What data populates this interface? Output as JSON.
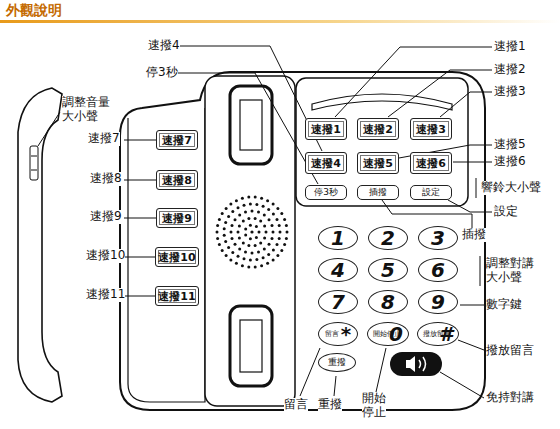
{
  "diagram": {
    "title": "外觀說明",
    "nodes": [
      {
        "text": [
          "速撥1"
        ]
      },
      {
        "text": [
          "速撥2"
        ]
      },
      {
        "text": [
          "速撥3"
        ]
      },
      {
        "text": [
          "速撥4"
        ]
      },
      {
        "text": [
          "速撥5"
        ]
      },
      {
        "text": [
          "速撥6"
        ]
      },
      {
        "text": [
          "停3秒"
        ]
      },
      {
        "text": [
          "插撥"
        ]
      },
      {
        "text": [
          "設定"
        ]
      },
      {
        "text": [
          "速撥7"
        ]
      },
      {
        "text": [
          "速撥8"
        ]
      },
      {
        "text": [
          "速撥9"
        ]
      },
      {
        "text": [
          "速撥10"
        ]
      },
      {
        "text": [
          "速撥11"
        ]
      },
      {
        "text": [
          "1"
        ]
      },
      {
        "text": [
          "2"
        ]
      },
      {
        "text": [
          "3"
        ]
      },
      {
        "text": [
          "4"
        ]
      },
      {
        "text": [
          "5"
        ]
      },
      {
        "text": [
          "6"
        ]
      },
      {
        "text": [
          "7"
        ]
      },
      {
        "text": [
          "8"
        ]
      },
      {
        "text": [
          "9"
        ]
      },
      {
        "text": [
          "留言",
          "*"
        ]
      },
      {
        "text": [
          "開始停止",
          "0"
        ]
      },
      {
        "text": [
          "撥放留言",
          "#"
        ]
      },
      {
        "text": [
          "重撥"
        ]
      }
    ],
    "labels": [
      "調整音量大小聲",
      "速撥4",
      "停3秒",
      "速撥1",
      "速撥2",
      "速撥3",
      "速撥5",
      "速撥6",
      "響鈴大小聲",
      "設定",
      "插撥",
      "調整對講大小聲",
      "數字鍵",
      "撥放留言",
      "免持對講",
      "留言",
      "重撥",
      "開始停止",
      "速撥7",
      "速撥8",
      "速撥9",
      "速撥10",
      "速撥11"
    ]
  }
}
